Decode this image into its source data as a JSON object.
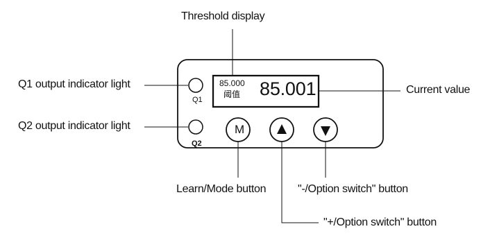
{
  "labels": {
    "threshold_display": "Threshold display",
    "q1_output_indicator": "Q1 output indicator light",
    "q2_output_indicator": "Q2 output indicator light",
    "current_value": "Current value",
    "learn_mode_button": "Learn/Mode button",
    "minus_option_switch_button": "\"-/Option switch\" button",
    "plus_option_switch_button": "\"+/Option switch\" button"
  },
  "device": {
    "q1_label": "Q1",
    "q2_label": "Q2",
    "threshold_value": "85.000",
    "threshold_caption": "阈值",
    "current_value": "85.001",
    "m_button_label": "M"
  },
  "icons": {
    "up_button": "up-arrow-icon",
    "down_button": "down-arrow-icon"
  },
  "colors": {
    "line": "#111111",
    "background": "#ffffff"
  }
}
